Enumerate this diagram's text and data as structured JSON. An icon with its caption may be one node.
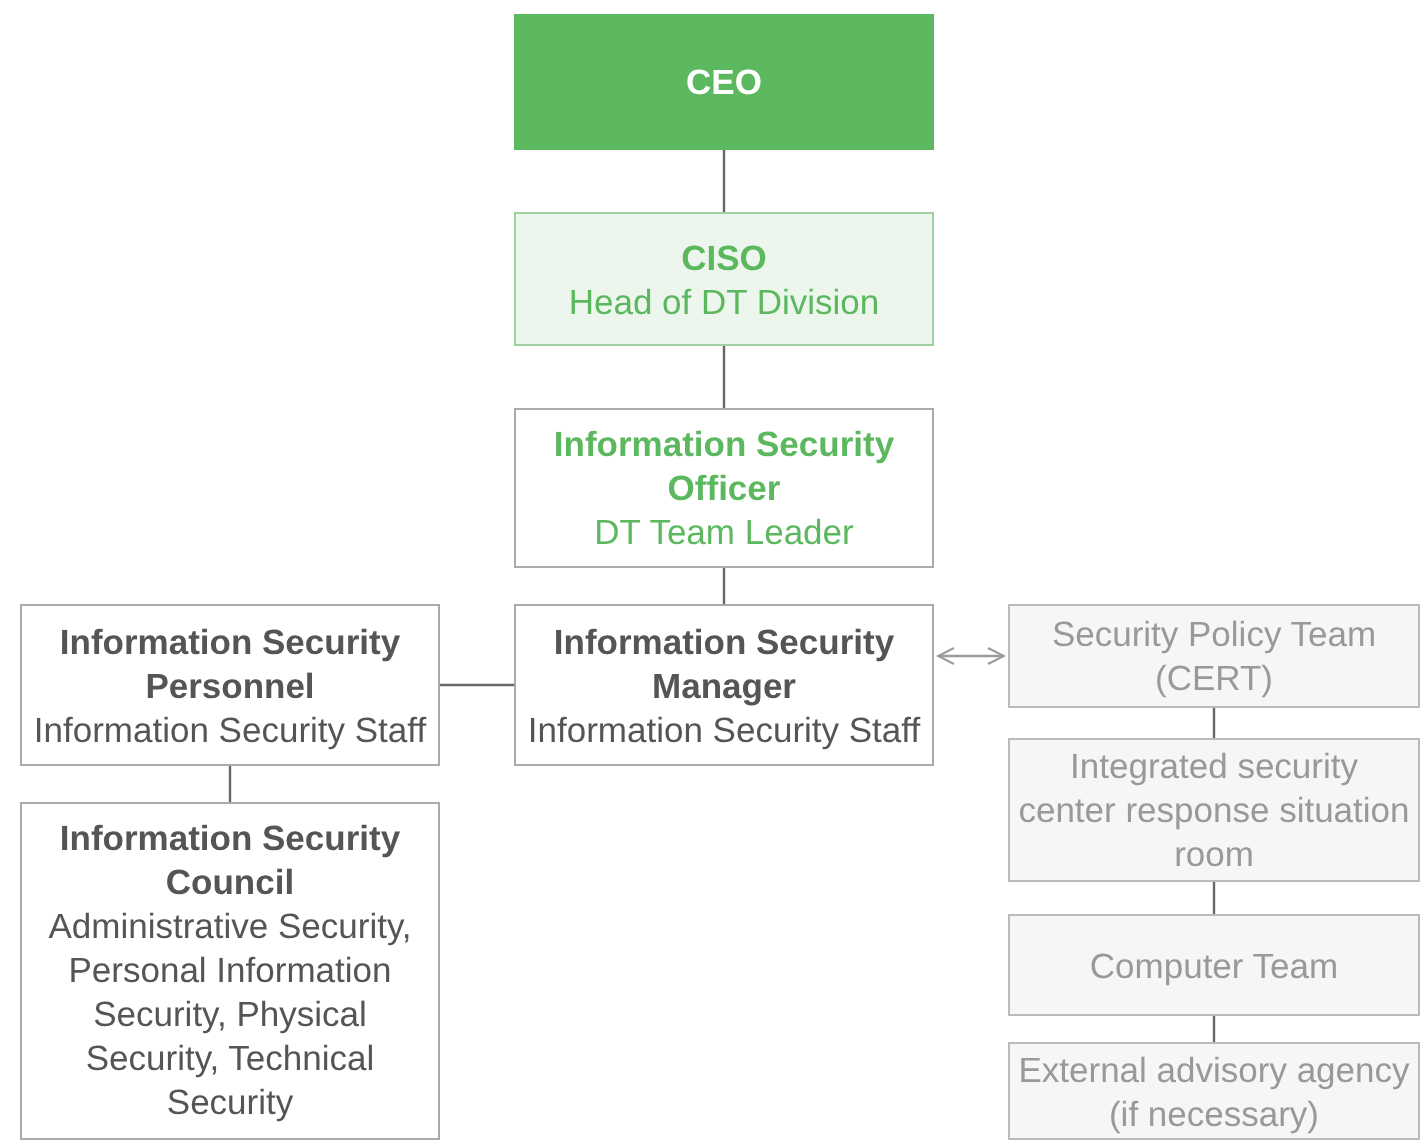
{
  "diagram": {
    "nodes": [
      {
        "text": [
          "CEO"
        ]
      },
      {
        "text": [
          "CISO",
          "Head of DT Division"
        ]
      },
      {
        "text": [
          "Information Security Officer",
          "DT Team Leader"
        ]
      },
      {
        "text": [
          "Information Security Personnel",
          "Information Security Staff"
        ]
      },
      {
        "text": [
          "Information Security Manager",
          "Information Security Staff"
        ]
      },
      {
        "text": [
          "Security Policy Team (CERT)"
        ]
      },
      {
        "text": [
          "Information Security Council",
          "Administrative Security, Personal Information Security, Physical Security, Technical Security"
        ]
      },
      {
        "text": [
          "Integrated security center response situation room"
        ]
      },
      {
        "text": [
          "Computer Team"
        ]
      },
      {
        "text": [
          "External advisory agency (if necessary)"
        ]
      }
    ],
    "edges": [
      {
        "from": 0,
        "to": 1,
        "arrow": "none"
      },
      {
        "from": 1,
        "to": 2,
        "arrow": "none"
      },
      {
        "from": 2,
        "to": 4,
        "arrow": "none"
      },
      {
        "from": 4,
        "to": 3,
        "arrow": "none"
      },
      {
        "from": 3,
        "to": 6,
        "arrow": "none"
      },
      {
        "from": 4,
        "to": 5,
        "arrow": "both",
        "color": "#9a9a9a"
      },
      {
        "from": 5,
        "to": 7,
        "arrow": "none"
      },
      {
        "from": 7,
        "to": 8,
        "arrow": "none"
      },
      {
        "from": 8,
        "to": 9,
        "arrow": "none"
      }
    ]
  }
}
